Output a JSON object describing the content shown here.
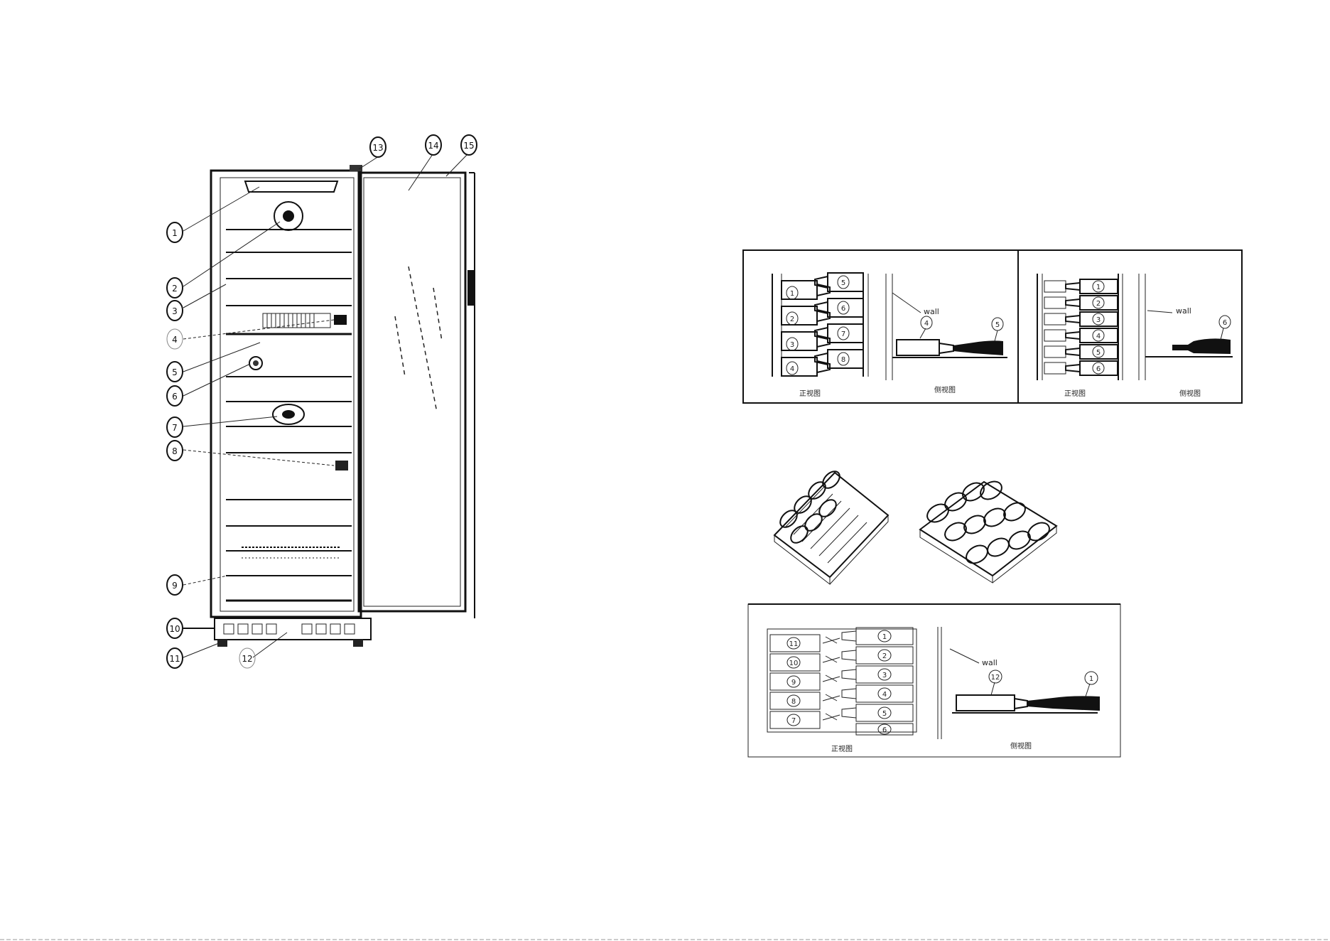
{
  "fridge": {
    "callouts": [
      {
        "id": "c1",
        "text": "1"
      },
      {
        "id": "c2",
        "text": "2"
      },
      {
        "id": "c3",
        "text": "3"
      },
      {
        "id": "c4",
        "text": "4"
      },
      {
        "id": "c5",
        "text": "5"
      },
      {
        "id": "c6",
        "text": "6"
      },
      {
        "id": "c7",
        "text": "7"
      },
      {
        "id": "c8",
        "text": "8"
      },
      {
        "id": "c9",
        "text": "9"
      },
      {
        "id": "c10",
        "text": "10"
      },
      {
        "id": "c11",
        "text": "11"
      },
      {
        "id": "c12",
        "text": "12"
      },
      {
        "id": "c13",
        "text": "13"
      },
      {
        "id": "c14",
        "text": "14"
      },
      {
        "id": "c15",
        "text": "15"
      }
    ]
  },
  "panel_a": {
    "left_rack_numbers": [
      "1",
      "2",
      "3",
      "4"
    ],
    "right_rack_numbers": [
      "5",
      "6",
      "7",
      "8"
    ],
    "wall_label": "wall",
    "bottle_labels": [
      "4",
      "5"
    ],
    "caption_left": "正视图",
    "caption_right": "侧视图"
  },
  "panel_b": {
    "rack_numbers": [
      "1",
      "2",
      "3",
      "4",
      "5",
      "6"
    ],
    "wall_label": "wall",
    "bottle_label": "6",
    "caption_left": "正视图",
    "caption_right": "侧视图"
  },
  "panel_c": {
    "left_numbers": [
      "11",
      "10",
      "9",
      "8",
      "7"
    ],
    "right_numbers": [
      "1",
      "2",
      "3",
      "4",
      "5",
      "6"
    ],
    "wall_label": "wall",
    "bottle_labels": [
      "12",
      "1"
    ],
    "caption_left": "正视图",
    "caption_right": "侧视图"
  }
}
